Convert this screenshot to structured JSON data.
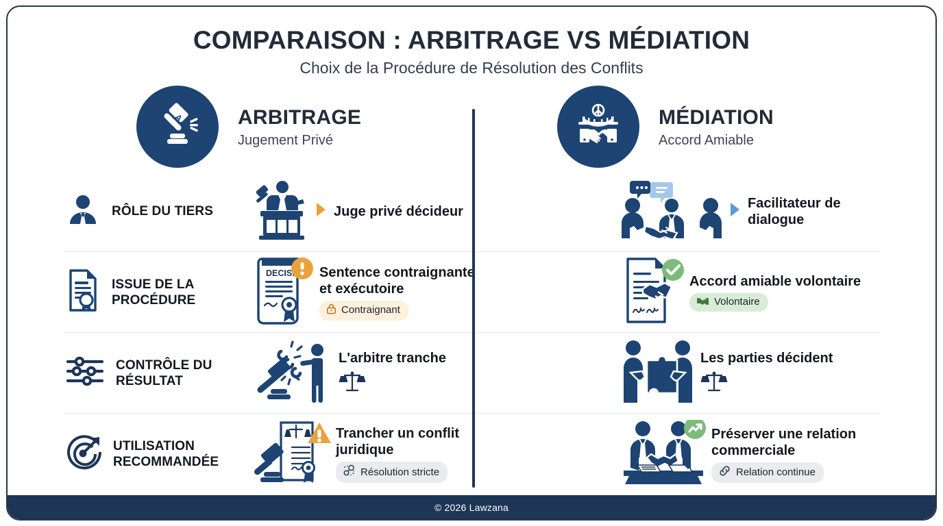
{
  "header": {
    "title": "COMPARAISON : ARBITRAGE VS MÉDIATION",
    "subtitle": "Choix de la Procédure de Résolution des Conflits"
  },
  "columns": {
    "left": {
      "name": "ARBITRAGE",
      "sub": "Jugement Privé",
      "icon": "gavel-circle-icon"
    },
    "right": {
      "name": "MÉDIATION",
      "sub": "Accord Amiable",
      "icon": "bridge-handshake-circle-icon"
    }
  },
  "rows": [
    {
      "label": "RÔLE DU TIERS",
      "label_icon": "person-silhouette-icon",
      "arbitrage": {
        "icon": "judge-bench-icon",
        "text": "Juge privé décideur",
        "chip": null
      },
      "mediation": {
        "icon": "three-people-dialogue-icon",
        "text": "Facilitateur de dialogue",
        "chip": null
      }
    },
    {
      "label": "ISSUE DE LA PROCÉDURE",
      "label_icon": "document-seal-icon",
      "arbitrage": {
        "icon": "decision-document-alert-icon",
        "text": "Sentence contraignante et exécutoire",
        "chip": {
          "text": "Contraignant",
          "icon": "lock-icon",
          "style": "amber"
        }
      },
      "mediation": {
        "icon": "signed-agreement-check-icon",
        "text": "Accord amiable volontaire",
        "chip": {
          "text": "Volontaire",
          "icon": "handshake-icon",
          "style": "green"
        }
      }
    },
    {
      "label": "CONTRÔLE DU RÉSULTAT",
      "label_icon": "sliders-icon",
      "arbitrage": {
        "icon": "gavel-breaking-chain-person-icon",
        "text": "L'arbitre tranche",
        "extra_icon": "scales-icon",
        "chip": null
      },
      "mediation": {
        "icon": "two-people-puzzle-icon",
        "text": "Les parties décident",
        "extra_icon": "scales-icon",
        "chip": null
      }
    },
    {
      "label": "UTILISATION RECOMMANDÉE",
      "label_icon": "target-arrow-icon",
      "arbitrage": {
        "icon": "gavel-legal-document-warning-icon",
        "text": "Trancher un conflit juridique",
        "chip": {
          "text": "Résolution stricte",
          "icon": "molecule-icon",
          "style": "gray"
        }
      },
      "mediation": {
        "icon": "business-handshake-table-growth-icon",
        "text": "Préserver une relation commerciale",
        "chip": {
          "text": "Relation continue",
          "icon": "link-icon",
          "style": "gray"
        }
      }
    }
  ],
  "footer": {
    "text": "© 2026 Lawzana"
  },
  "colors": {
    "navy": "#1d3557",
    "circle_navy": "#1d4472",
    "amber": "#e8a33d",
    "green": "#6aab6a",
    "light_blue": "#5b9bd5",
    "text_dark": "#121820",
    "rule": "#e2e6ec"
  }
}
